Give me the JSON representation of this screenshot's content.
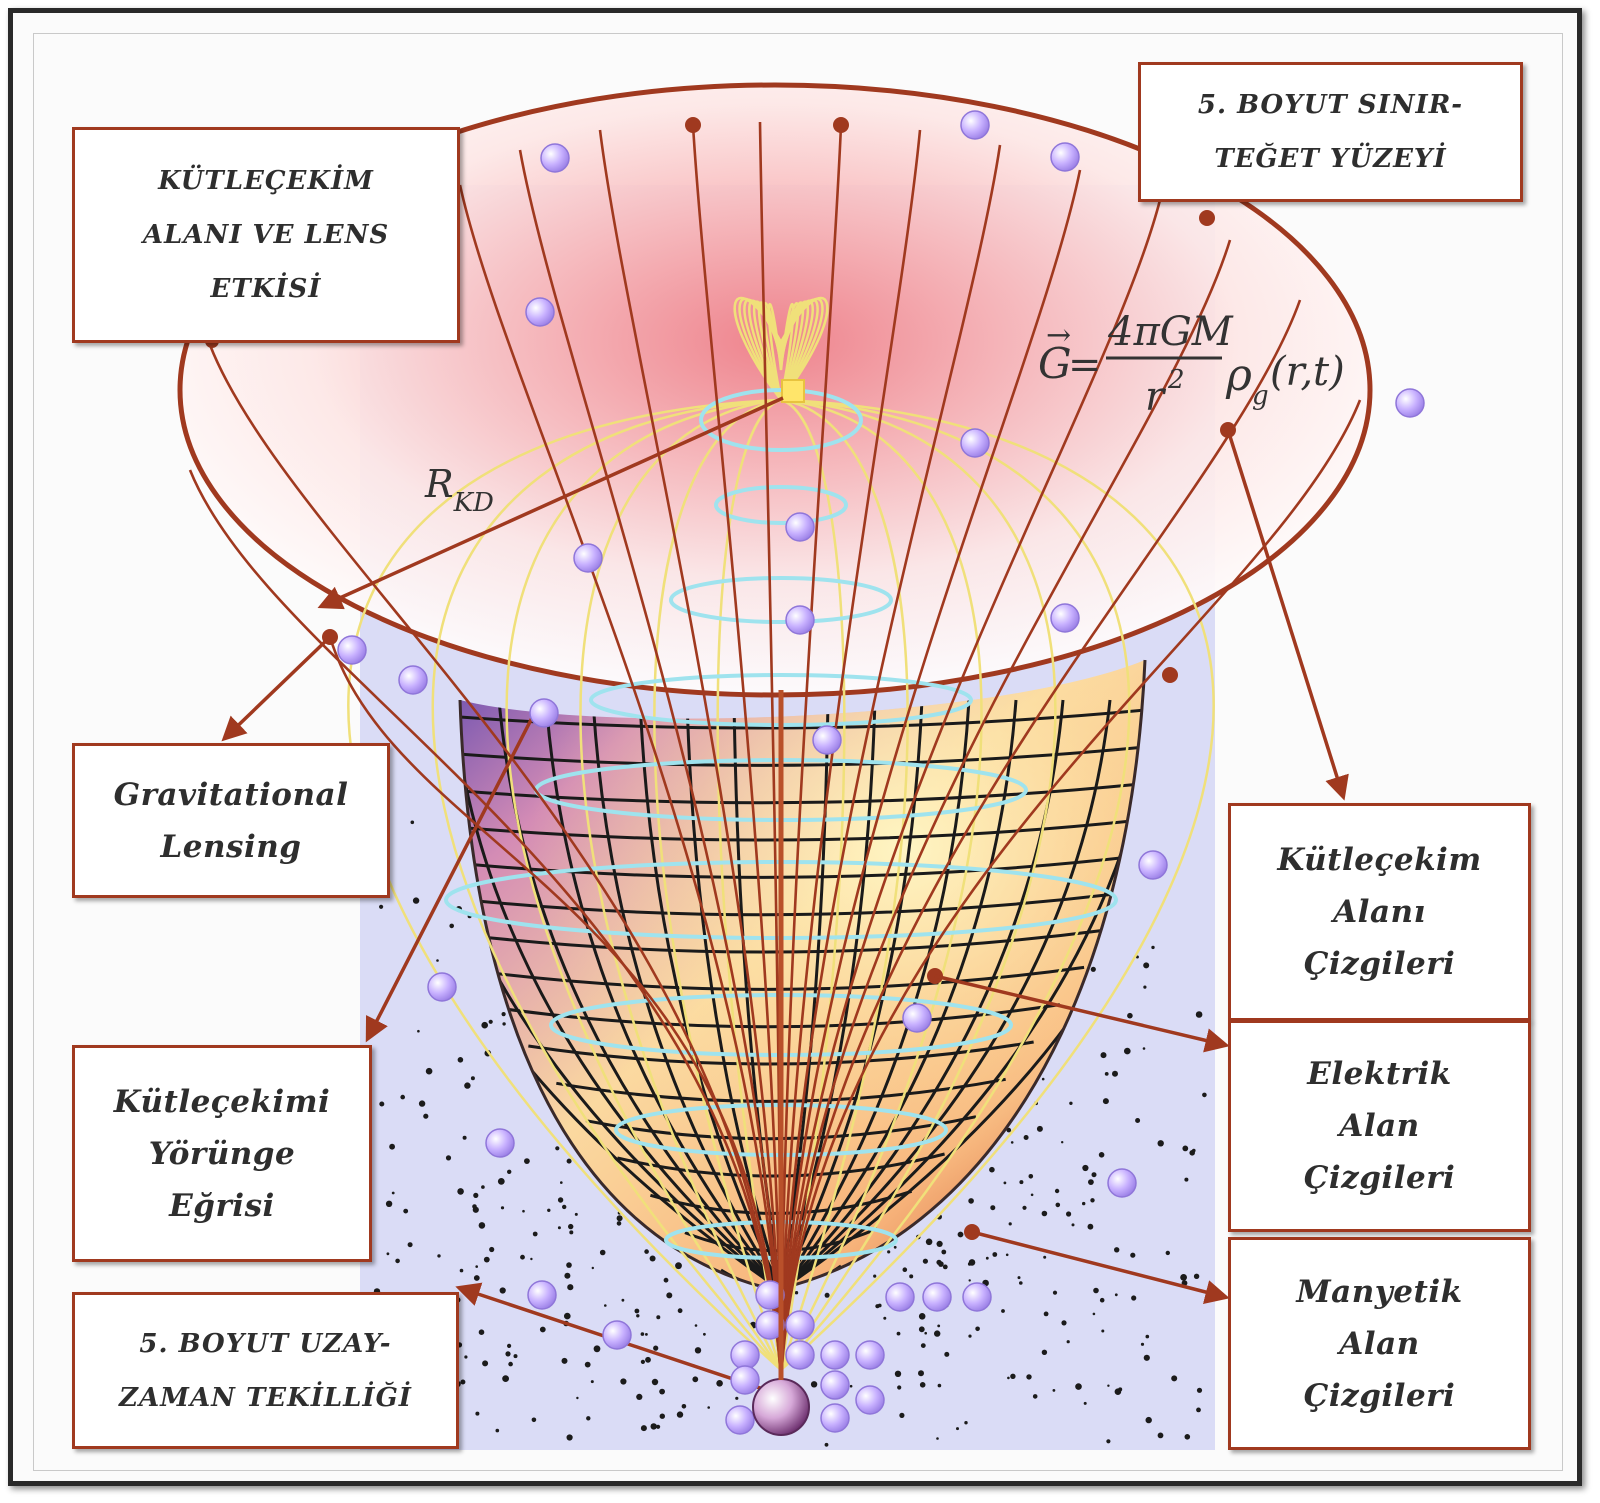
{
  "labels": {
    "gravity_lens_caps": "KÜTLEÇEKİM\nALANI VE LENS\nETKİSİ",
    "boundary_surface": "5. BOYUT SINIR-\nTEĞET YÜZEYİ",
    "gravitational_lensing": "Gravitational\nLensing",
    "gravity_field_lines": "Kütleçekim\nAlanı\nÇizgileri",
    "electric_field_lines": "Elektrik\nAlan\nÇizgileri",
    "orbit_curve": "Kütleçekimi\nYörünge\nEğrisi",
    "magnetic_field_lines": "Manyetik\nAlan\nÇizgileri",
    "singularity": "5. BOYUT UZAY-\nZAMAN TEKİLLİĞİ"
  },
  "equation": {
    "lhs": "G",
    "eq": "=",
    "numerator": "4πGM",
    "denominator": "r",
    "exponent": "2",
    "rho": "ρ",
    "rho_sub": "g",
    "args": "(r,t)"
  },
  "radius_label": {
    "main": "R",
    "sub": "KD"
  },
  "colors": {
    "accent": "#a0391f",
    "field_yellow": "#f3e27a",
    "ring_cyan": "#9fe3ee",
    "particle": "#c9b3ff",
    "backdrop": "#d9dcf7"
  }
}
